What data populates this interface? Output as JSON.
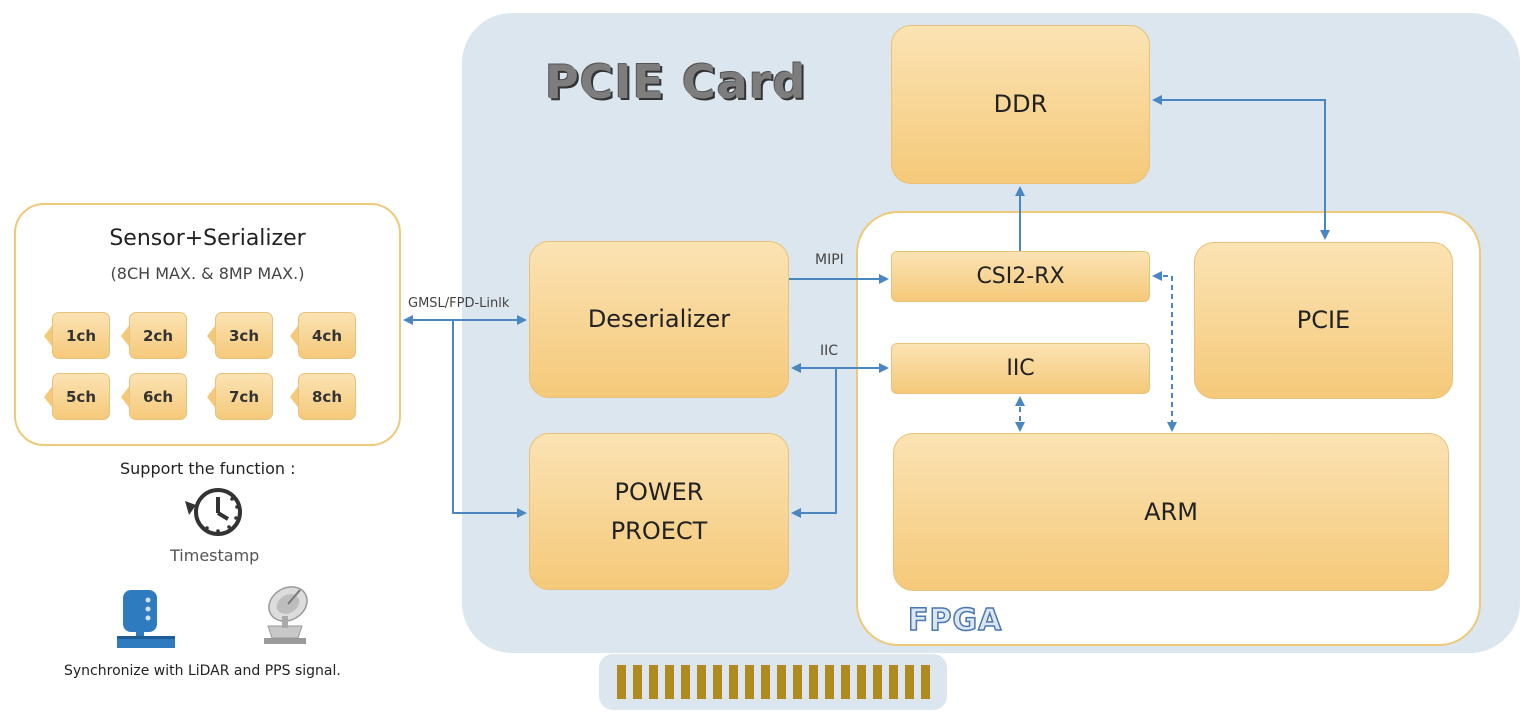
{
  "card": {
    "title": "PCIE Card"
  },
  "fpga": {
    "label": "FPGA"
  },
  "blocks": {
    "ddr": "DDR",
    "csi2rx": "CSI2-RX",
    "pcie": "PCIE",
    "iic": "IIC",
    "arm": "ARM",
    "deserializer": "Deserializer",
    "power_line1": "POWER",
    "power_line2": "PROECT"
  },
  "links": {
    "mipi": "MIPI",
    "iic": "IIC",
    "gmsl": "GMSL/FPD-Linlk"
  },
  "sensor": {
    "title": "Sensor+Serializer",
    "subtitle": "(8CH MAX. &   8MP MAX.)",
    "channels": [
      "1ch",
      "2ch",
      "3ch",
      "4ch",
      "5ch",
      "6ch",
      "7ch",
      "8ch"
    ]
  },
  "support": {
    "heading": "Support the function :",
    "timestamp": "Timestamp",
    "sync": "Synchronize with LiDAR and PPS signal."
  },
  "icons": [
    "timestamp-clock-icon",
    "computer-icon",
    "gps-antenna-icon",
    "camera-lens-icon"
  ],
  "colors": {
    "block_fill": "#f5c97a",
    "card_bg": "#dbe6ef",
    "arrow": "#4a86c0",
    "connector_pin": "#b08a1e"
  }
}
